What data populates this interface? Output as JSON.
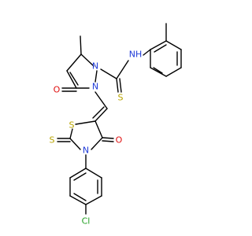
{
  "molecule": {
    "atoms": {
      "n_pyr_1": {
        "label": "N",
        "color": "#1f3bd8"
      },
      "n_pyr_2": {
        "label": "N",
        "color": "#1f3bd8"
      },
      "nh_amide": {
        "label": "NH",
        "color": "#1f3bd8"
      },
      "s_thioamide": {
        "label": "S",
        "color": "#b8a400"
      },
      "o_pyrazolone": {
        "label": "O",
        "color": "#e01010"
      },
      "s_thiazolidine": {
        "label": "S",
        "color": "#b8a400"
      },
      "o_thiazolidine": {
        "label": "O",
        "color": "#e01010"
      },
      "n_thiazolidine": {
        "label": "N",
        "color": "#1f3bd8"
      },
      "s_thioxo": {
        "label": "S",
        "color": "#b8a400"
      },
      "cl": {
        "label": "Cl",
        "color": "#22a022"
      }
    }
  }
}
